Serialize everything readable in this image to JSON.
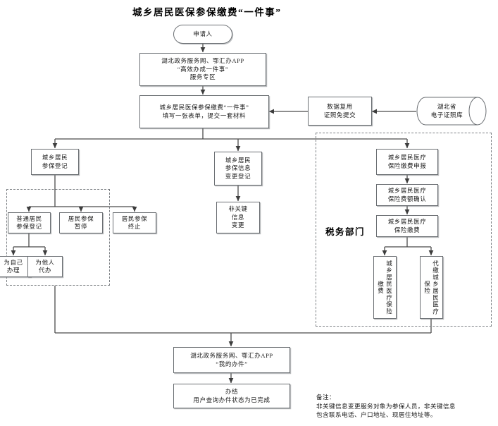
{
  "title": "城乡居民医保参保缴费“一件事”",
  "zones": [
    {
      "name": "tax-department",
      "label": "税务部门"
    }
  ],
  "nodes": {
    "applicant": "申请人",
    "portal_entry": "湖北政务服务网、鄂汇办APP\n“高效办成一件事”\n服务专区",
    "one_thing_form": "城乡居民医保参保缴费“一件事”\n填写一张表单，提交一套材料",
    "data_reuse": "数据复用\n证照免提交",
    "cert_database": "湖北省\n电子证照库",
    "insure_register": "城乡居民\n参保登记",
    "info_change_register": "城乡居民\n参保信息\n变更登记",
    "noncritical_change": "非关键\n信息\n变更",
    "ordinary_register": "普通居民\n参保登记",
    "for_self": "为自己\n办理",
    "for_others": "为他人\n代办",
    "suspend": "居民参保\n暂停",
    "terminate": "居民参保\n终止",
    "pay_declare": "城乡居民医疗\n保险缴费申报",
    "amount_confirm": "城乡居民医疗\n保险费额确认",
    "pay_fee": "城乡居民医疗\n保险缴费",
    "self_pay": "城乡居民医疗保险缴费",
    "agent_pay": "代缴城乡居民医疗保险",
    "my_case": "湖北政务服务网、鄂汇办APP\n“我的办件”",
    "completed": "办结\n用户查询办件状态为已完成"
  },
  "note": "备注：\n非关键信息变更服务对象为参保人员，非关键信息\n包含联系电话、户口地址、现居住地址等。",
  "colors": {
    "border": "#6b6f73",
    "dashed": "#7b7f83",
    "line": "#4a4a4a",
    "text": "#1a1a1a"
  }
}
